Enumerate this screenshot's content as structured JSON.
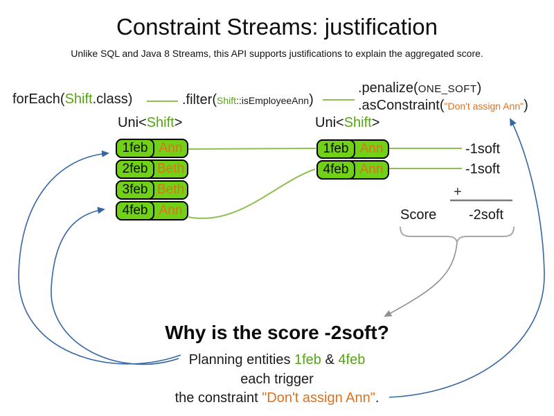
{
  "title": "Constraint Streams: justification",
  "subtitle": "Unlike SQL and Java 8 Streams, this API supports justifications to explain the aggregated score.",
  "colors": {
    "box_green": "#70d117",
    "line_green": "#8cc152",
    "text_green": "#55a414",
    "orange": "#e0711c",
    "arrow_blue": "#3465a4",
    "score_gray": "#7a7a7a",
    "brace_gray": "#a6a6a6"
  },
  "pipeline": {
    "foreach_prefix": "forEach(",
    "foreach_class": "Shift",
    "foreach_suffix": ".class)",
    "filter_prefix": ".filter(",
    "filter_class": "Shift",
    "filter_rest": "::isEmployeeAnn",
    "filter_suffix": ")",
    "penalize_prefix": ".penalize(",
    "penalize_arg": "ONE_SOFT",
    "penalize_suffix": ")",
    "asconstraint_prefix": ".asConstraint(",
    "asconstraint_arg": "\"Don't assign Ann\"",
    "asconstraint_suffix": ")"
  },
  "uni_left": {
    "prefix": "Uni<",
    "type": "Shift",
    "suffix": ">"
  },
  "uni_right": {
    "prefix": "Uni<",
    "type": "Shift",
    "suffix": ">"
  },
  "left_table": {
    "rows": [
      {
        "date": "1feb",
        "name": "Ann"
      },
      {
        "date": "2feb",
        "name": "Beth"
      },
      {
        "date": "3feb",
        "name": "Beth"
      },
      {
        "date": "4feb",
        "name": "Ann"
      }
    ]
  },
  "right_table": {
    "rows": [
      {
        "date": "1feb",
        "name": "Ann"
      },
      {
        "date": "4feb",
        "name": "Ann"
      }
    ]
  },
  "scores": {
    "row1": "-1soft",
    "row2": "-1soft",
    "plus": "+",
    "label": "Score",
    "total": "-2soft"
  },
  "why": {
    "heading": "Why is the score -2soft?",
    "line1_prefix": "Planning entities ",
    "line1_entity1": "1feb",
    "line1_amp": " & ",
    "line1_entity2": "4feb",
    "line2": "each trigger",
    "line3_prefix": "the constraint ",
    "line3_constraint": "\"Don't assign Ann\"",
    "line3_suffix": "."
  }
}
